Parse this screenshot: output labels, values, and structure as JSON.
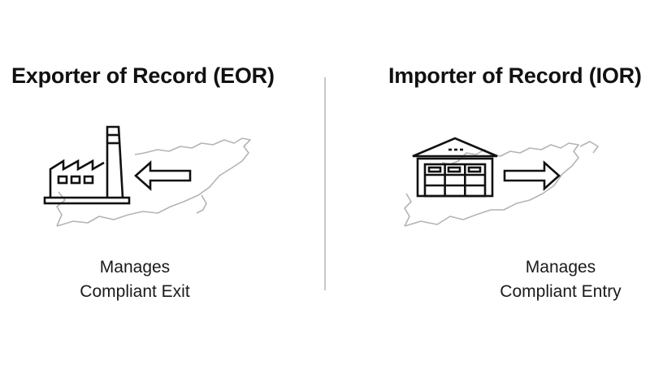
{
  "exporter": {
    "title": "Exporter of Record (EOR)",
    "caption_line1": "Manages",
    "caption_line2": "Compliant Exit",
    "icons": [
      "factory-icon",
      "arrow-left-icon",
      "map-outline"
    ]
  },
  "importer": {
    "title": "Importer of Record (IOR)",
    "caption_line1": "Manages",
    "caption_line2": "Compliant Entry",
    "icons": [
      "warehouse-icon",
      "arrow-right-icon",
      "map-outline"
    ]
  },
  "colors": {
    "text": "#111111",
    "map_stroke": "#b4b4b4",
    "divider": "#c8c8c8"
  }
}
